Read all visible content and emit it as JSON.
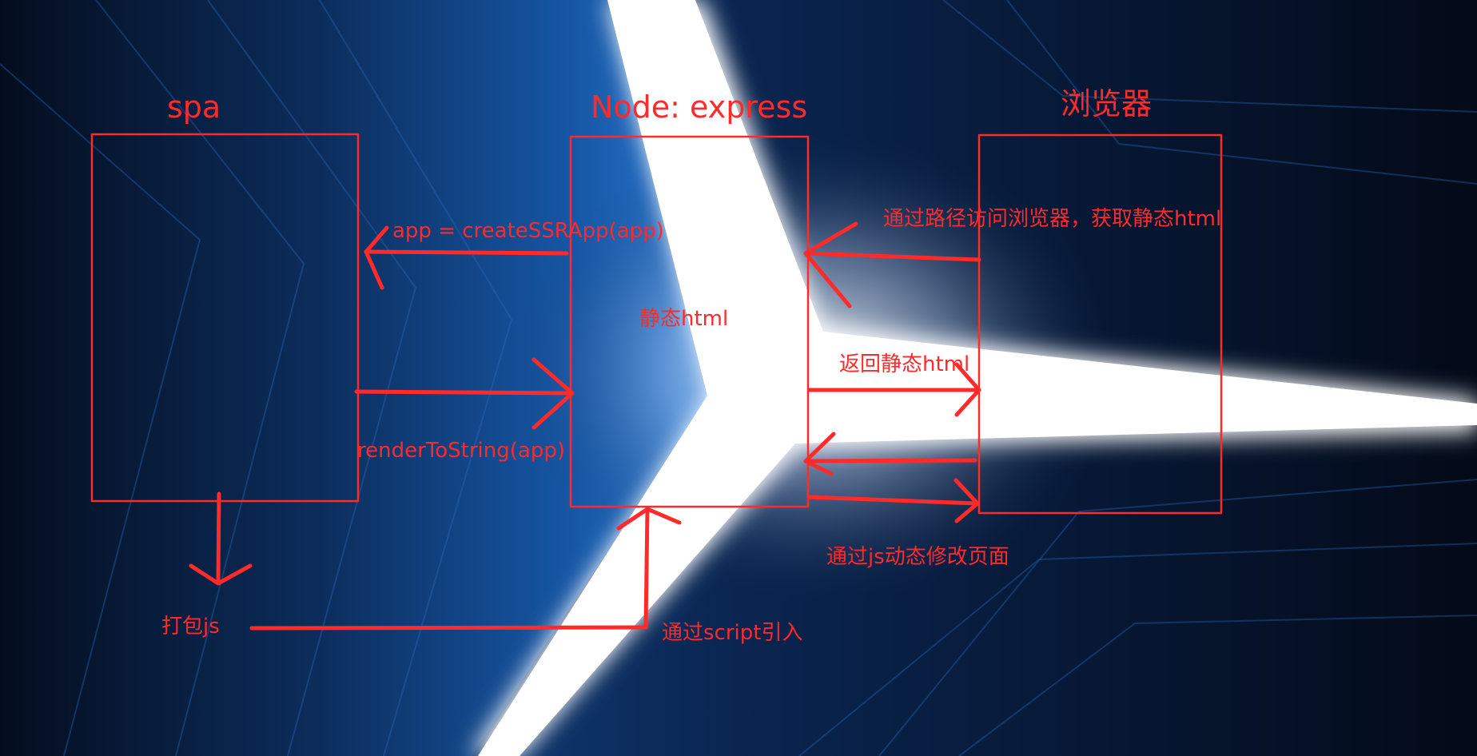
{
  "diagram": {
    "accent_color": "#ff2a2a",
    "titles": {
      "spa": "spa",
      "node": "Node: express",
      "browser": "浏览器"
    },
    "labels": {
      "create_ssr": "app = createSSRApp(app)",
      "render_to_string": "renderToString(app)",
      "static_html_center": "静态html",
      "browser_request": "通过路径访问浏览器，获取静态html",
      "return_static": "返回静态html",
      "dynamic_modify": "通过js动态修改页面",
      "bundle_js": "打包js",
      "script_import": "通过script引入"
    }
  }
}
